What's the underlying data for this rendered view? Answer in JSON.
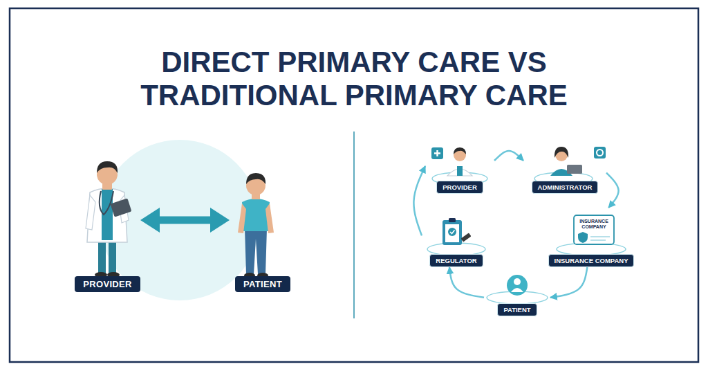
{
  "diagram": {
    "title": "DIRECT PRIMARY CARE VS TRADITIONAL PRIMARY CARE",
    "nodes": [
      {
        "text": [
          "PROVIDER"
        ]
      },
      {
        "text": [
          "PATIENT"
        ]
      },
      {
        "text": [
          "PROVIDER"
        ]
      },
      {
        "text": [
          "ADMINISTRATOR"
        ]
      },
      {
        "text": [
          "REGULATOR"
        ]
      },
      {
        "text": [
          "INSURANCE COMPANY"
        ]
      },
      {
        "text": [
          "PATIENT"
        ]
      }
    ],
    "edges": [
      {
        "from": 0,
        "to": 1,
        "arrow": "both"
      },
      {
        "from": 2,
        "to": 3,
        "arrow": "to"
      },
      {
        "from": 3,
        "to": 5,
        "arrow": "to"
      },
      {
        "from": 5,
        "to": 6,
        "arrow": "to"
      },
      {
        "from": 6,
        "to": 4,
        "arrow": "to"
      },
      {
        "from": 4,
        "to": 2,
        "arrow": "to"
      }
    ],
    "labels": [
      "INSURANCE COMPANY"
    ]
  }
}
